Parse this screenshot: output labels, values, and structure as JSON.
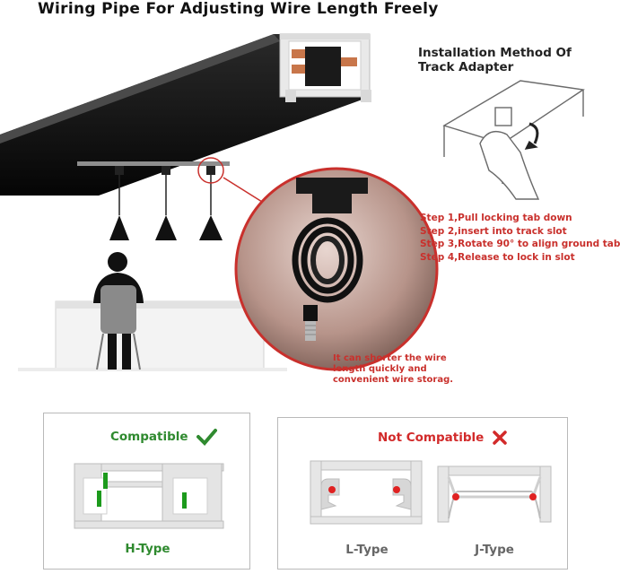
{
  "header": {
    "title": "Wiring Pipe For Adjusting Wire Length Freely"
  },
  "installation": {
    "title": "Installation Method Of Track Adapter",
    "steps": [
      "Step 1,Pull locking tab down",
      "Step 2,insert into track slot",
      "Step 3,Rotate 90° to align ground tab",
      "Step 4,Release to lock in slot"
    ]
  },
  "callout": {
    "note": "It can shorter the wire length quickly and convenient wire storag."
  },
  "compatibility": {
    "compatible_label": "Compatible",
    "compatible_types": [
      "H-Type"
    ],
    "not_compatible_label": "Not Compatible",
    "not_compatible_types": [
      "L-Type",
      "J-Type"
    ]
  },
  "colors": {
    "accent_red": "#c9302c",
    "compatible_green": "#2f8a2f",
    "not_compatible_red": "#d22a2a",
    "track_black": "#1c1c1c",
    "copper": "#c8764a"
  },
  "icons": [
    "check-icon",
    "cross-icon"
  ]
}
